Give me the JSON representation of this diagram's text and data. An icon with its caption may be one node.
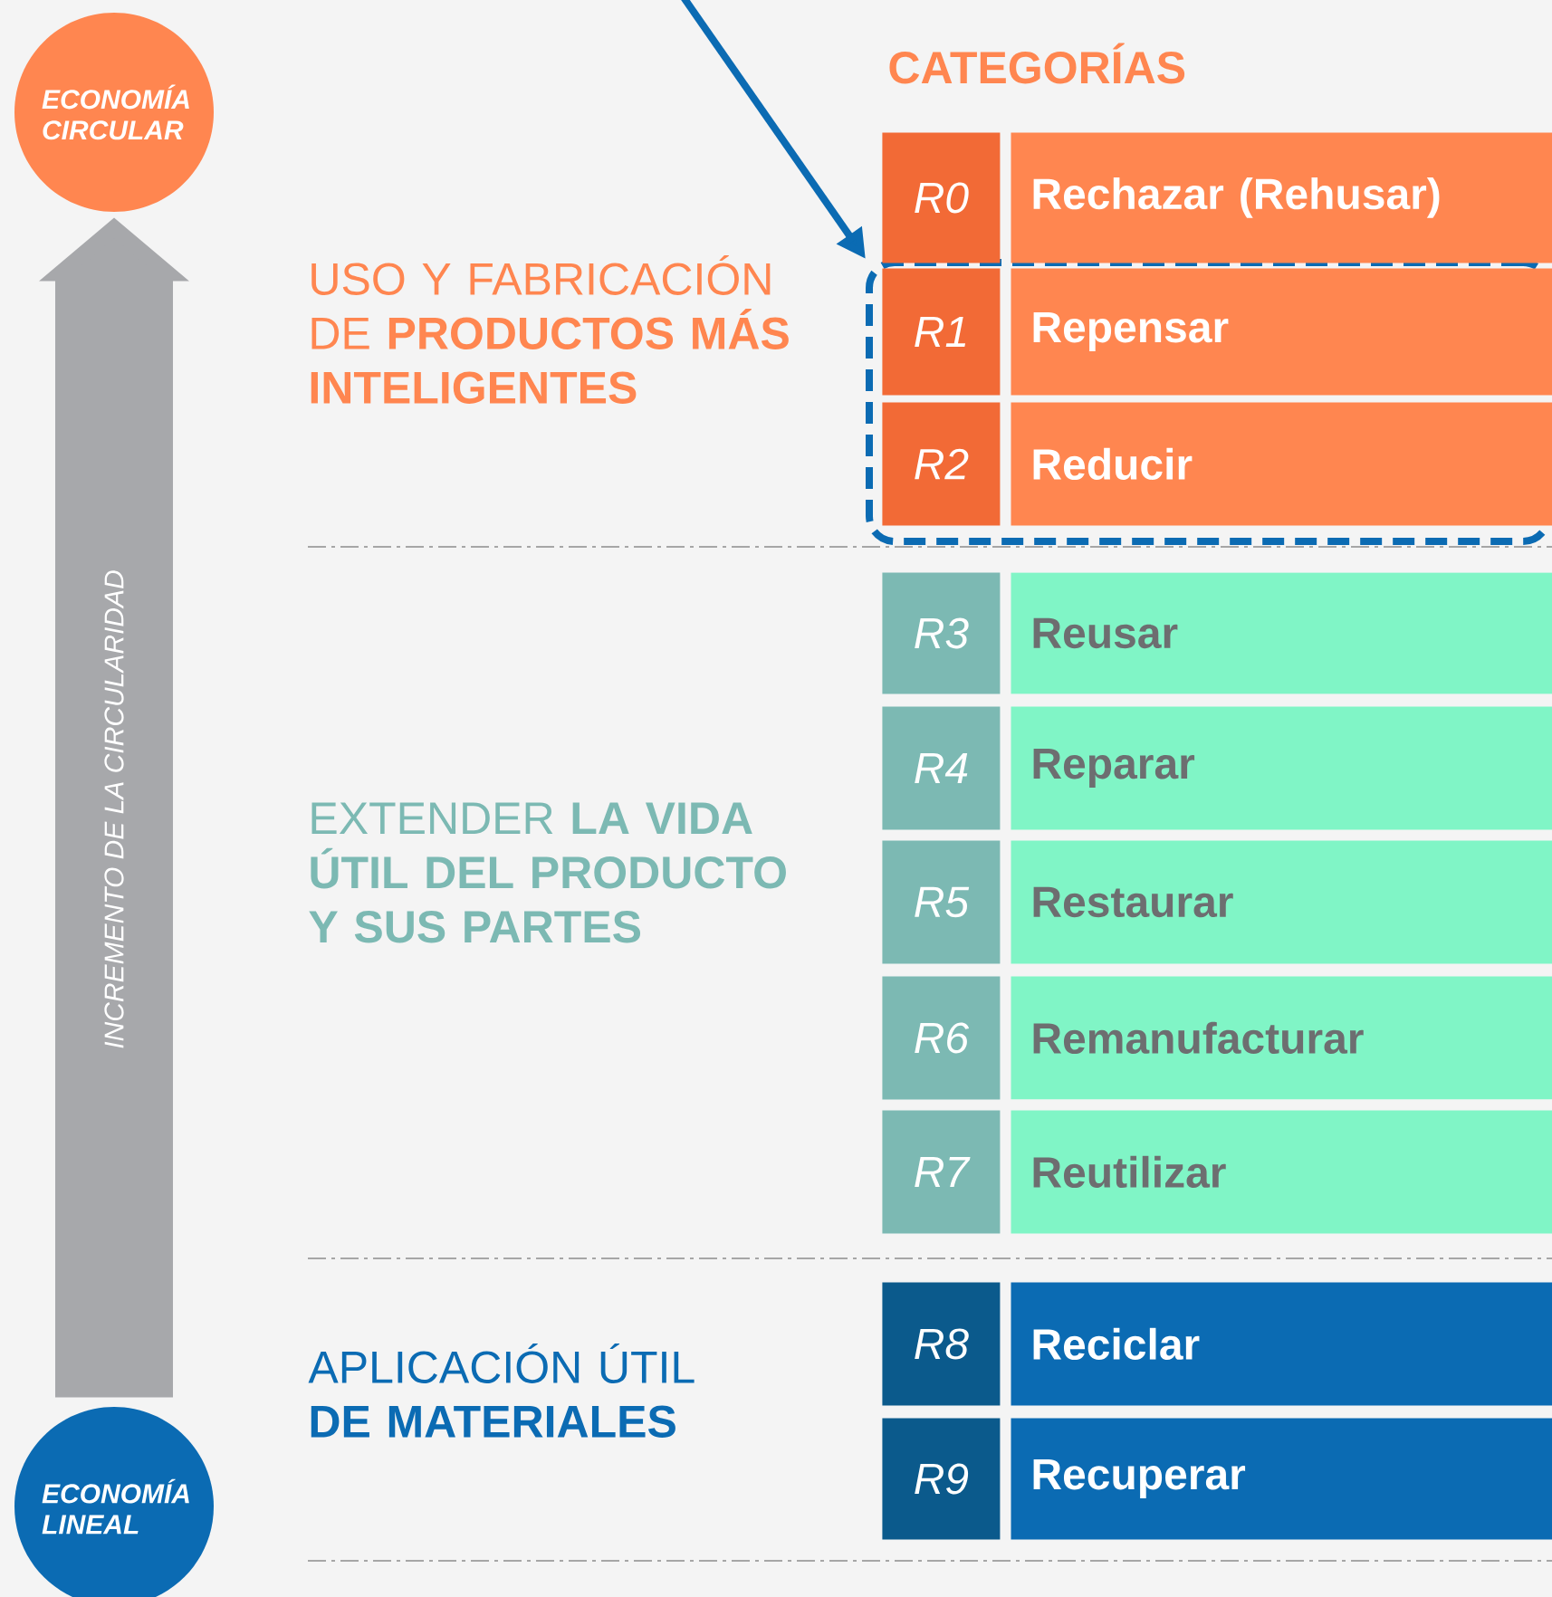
{
  "diagram": {
    "nodes": [
      {
        "text": [
          "ECONOMÍA CIRCULAR"
        ]
      },
      {
        "text": [],
        "shape": "box"
      },
      {
        "text": [
          "R0"
        ]
      },
      {
        "text": [
          "Rechazar (Rehusar)"
        ]
      },
      {
        "text": [
          "R1"
        ],
        "in": 1
      },
      {
        "text": [
          "Repensar"
        ],
        "in": 1
      },
      {
        "text": [
          "R2"
        ],
        "in": 1
      },
      {
        "text": [
          "Reducir"
        ],
        "in": 1
      },
      {
        "text": [
          "R3"
        ]
      },
      {
        "text": [
          "Reusar"
        ]
      },
      {
        "text": [
          "R4"
        ]
      },
      {
        "text": [
          "Reparar"
        ]
      },
      {
        "text": [
          "R5"
        ]
      },
      {
        "text": [
          "Restaurar"
        ]
      },
      {
        "text": [
          "R6"
        ]
      },
      {
        "text": [
          "Remanufacturar"
        ]
      },
      {
        "text": [
          "R7"
        ]
      },
      {
        "text": [
          "Reutilizar"
        ]
      },
      {
        "text": [
          "R8"
        ]
      },
      {
        "text": [
          "Reciclar"
        ]
      },
      {
        "text": [
          "R9"
        ]
      },
      {
        "text": [
          "Recuperar"
        ]
      },
      {
        "text": [
          "ECONOMÍA LINEAL"
        ]
      }
    ],
    "edges": [
      {
        "from": null,
        "to": 1,
        "arrow": "to",
        "color": "#0b6bb3"
      },
      {
        "from": 22,
        "to": 0,
        "arrow": "to",
        "label": "INCREMENTO DE LA CIRCULARIDAD",
        "style": "thick",
        "color": "#a7a8ab"
      }
    ],
    "labels": [
      "CATEGORÍAS",
      "USO Y FABRICACIÓN DE **PRODUCTOS MÁS INTELIGENTES**",
      "EXTENDER **LA VIDA ÚTIL DEL PRODUCTO Y SUS PARTES**",
      "APLICACIÓN ÚTIL **DE MATERIALES**"
    ]
  }
}
